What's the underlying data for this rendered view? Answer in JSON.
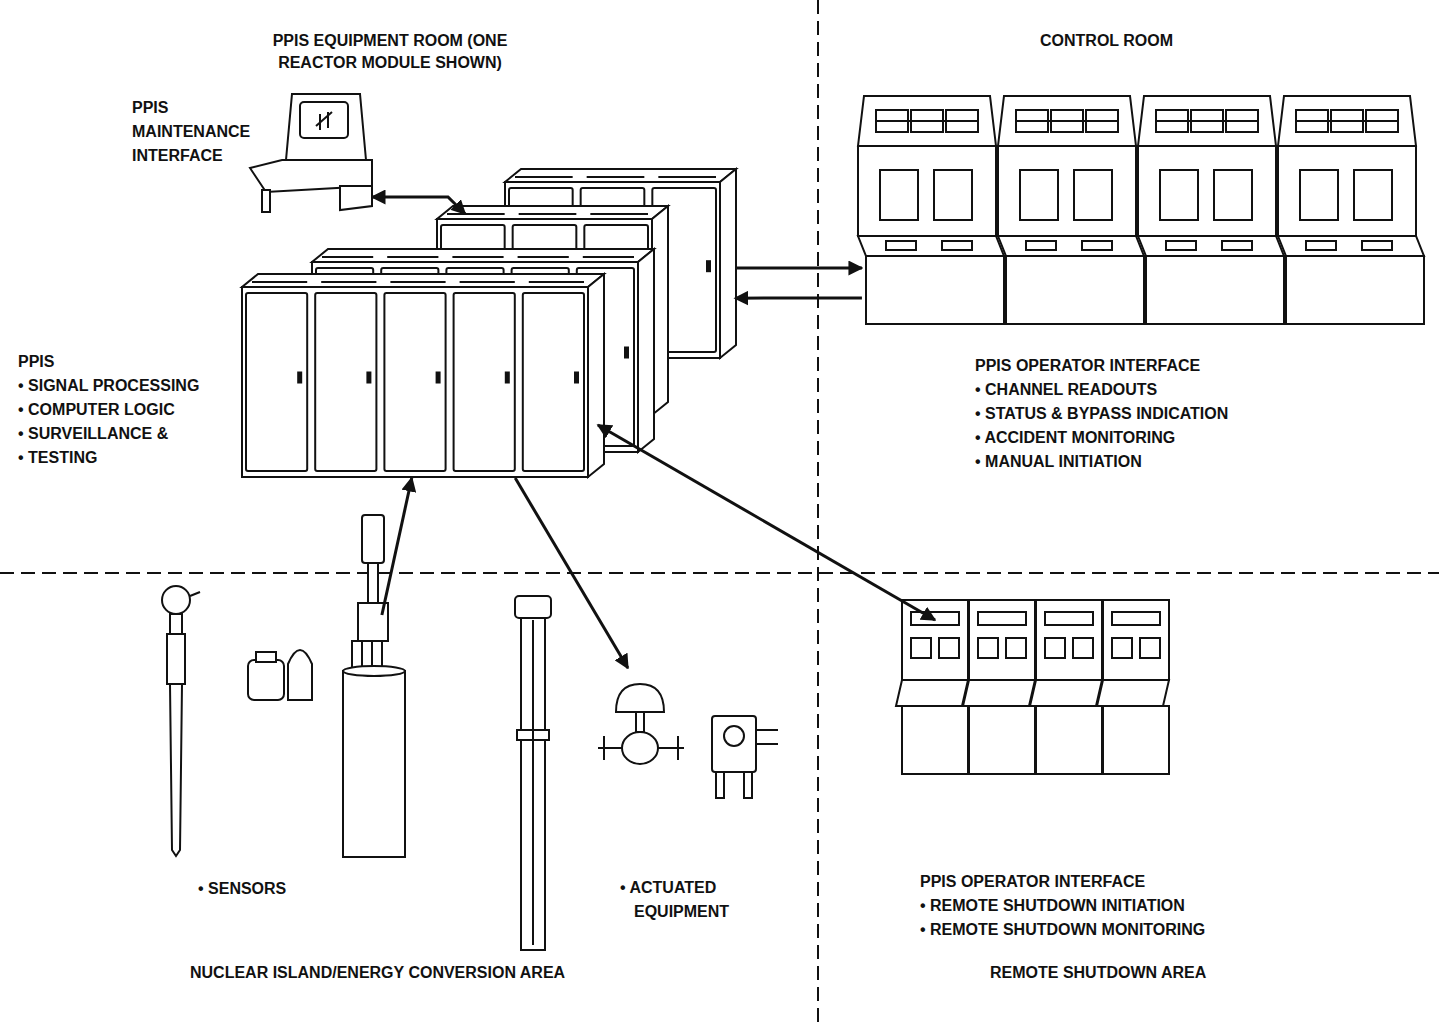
{
  "diagram": {
    "nodes": [
      {
        "text": [
          "PPIS MAINTENANCE INTERFACE"
        ]
      },
      {
        "text": [
          "PPIS",
          "• SIGNAL PROCESSING",
          "• COMPUTER LOGIC",
          "• SURVEILLANCE &",
          "• TESTING"
        ]
      },
      {
        "text": [
          "PPIS OPERATOR INTERFACE",
          "• CHANNEL READOUTS",
          "• STATUS & BYPASS INDICATION",
          "• ACCIDENT MONITORING",
          "• MANUAL INITIATION"
        ]
      },
      {
        "text": [
          "• SENSORS"
        ]
      },
      {
        "text": [
          "• ACTUATED EQUIPMENT"
        ]
      },
      {
        "text": [
          "PPIS OPERATOR INTERFACE",
          "• REMOTE SHUTDOWN INITIATION",
          "• REMOTE SHUTDOWN MONITORING"
        ]
      }
    ],
    "edges": [
      {
        "from": 0,
        "to": 1,
        "arrow": "both"
      },
      {
        "from": 1,
        "to": 2,
        "arrow": "to"
      },
      {
        "from": 2,
        "to": 1,
        "arrow": "to"
      },
      {
        "from": 3,
        "to": 1,
        "arrow": "to"
      },
      {
        "from": 1,
        "to": 4,
        "arrow": "to"
      },
      {
        "from": 1,
        "to": 5,
        "arrow": "both"
      }
    ],
    "labels": [
      "PPIS EQUIPMENT ROOM (ONE REACTOR MODULE SHOWN)",
      "CONTROL ROOM",
      "NUCLEAR ISLAND/ENERGY CONVERSION AREA",
      "REMOTE SHUTDOWN AREA"
    ]
  }
}
